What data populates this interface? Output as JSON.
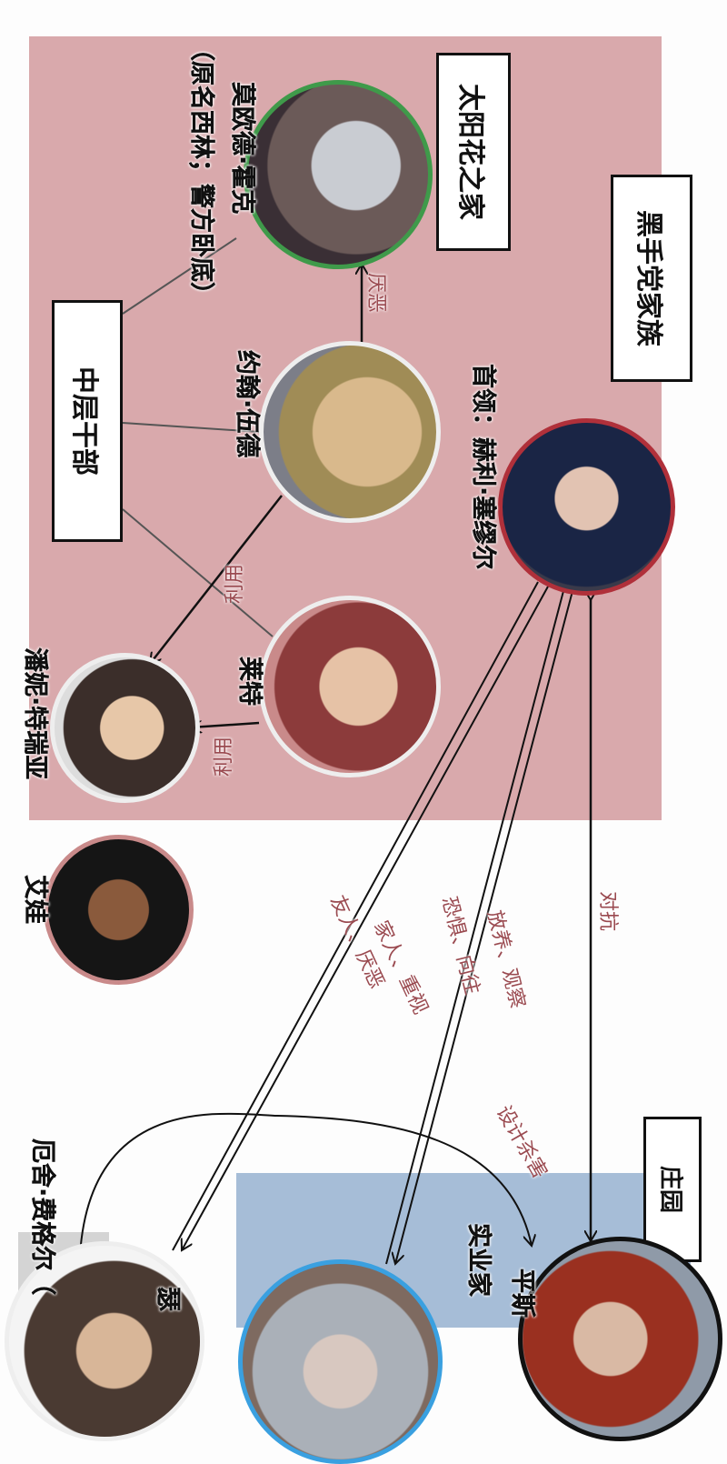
{
  "groups": {
    "sunflower_home": "太阳花之家",
    "mafia_family": "黑手党家族",
    "middle_cadre": "中层干部",
    "manor": "庄园"
  },
  "characters": {
    "moed": "莫欧德·霍克",
    "moed_note": "（原名西林；警方卧底）",
    "john": "约翰·伍德",
    "henry": "首领：赫利·塞缪尔",
    "wright": "莱特",
    "penny": "潘妮·特瑞亚",
    "ava": "艾娃",
    "usher": "厄舍·费格尔（",
    "se": "瑟",
    "pins": "平斯",
    "industrialist": "实业家"
  },
  "relations": {
    "john_moed": "厌恶",
    "john_penny": "利用",
    "wright_penny": "利用",
    "henry_manor": "对抗",
    "henry_se_1": "放养、观察",
    "henry_se_2": "恐惧、向往",
    "henry_usher_1": "家人、重视",
    "henry_usher_2": "友人、厌恶",
    "usher_pins": "设计杀害"
  },
  "colors": {
    "mafia_region": "#d9a9ac",
    "manor_region": "#a6bdd7",
    "usher_region": "#d4d4d4",
    "relation_text": "#9a4a50",
    "moed_ring": "#3f9a4a",
    "henry_ring": "#b0303a",
    "se_ring": "#3aa0e0"
  }
}
